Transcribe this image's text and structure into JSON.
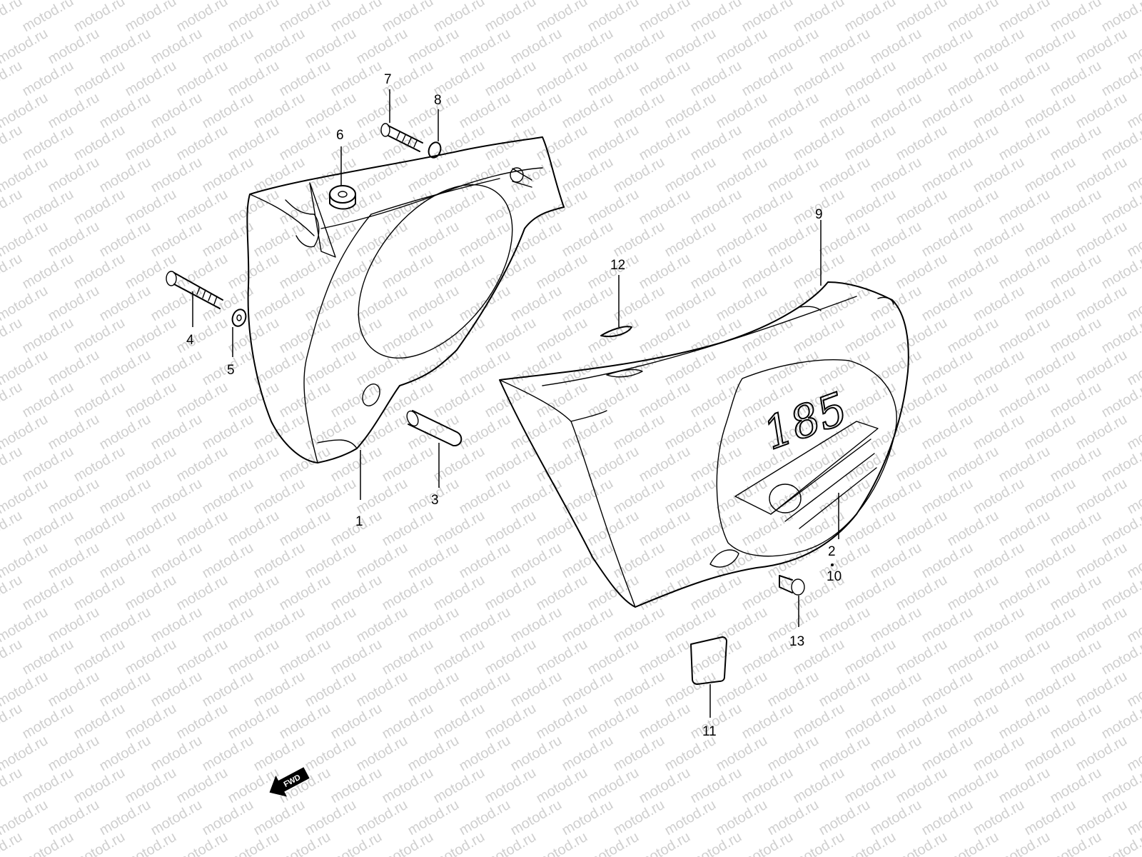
{
  "watermark": {
    "text": "motod.ru",
    "color": "#cfcfcf"
  },
  "parts": [
    {
      "id": "frame-cover-left",
      "callout": "1"
    },
    {
      "id": "frame-cover-right",
      "callout": "2"
    },
    {
      "id": "cushion-pin",
      "callout": "3"
    },
    {
      "id": "bolt-long",
      "callout": "4"
    },
    {
      "id": "washer-left",
      "callout": "5"
    },
    {
      "id": "grommet",
      "callout": "6"
    },
    {
      "id": "screw",
      "callout": "7"
    },
    {
      "id": "washer-small",
      "callout": "8"
    },
    {
      "id": "cover-clip",
      "callout": "9"
    },
    {
      "id": "emblem",
      "callout": "10"
    },
    {
      "id": "label-plate",
      "callout": "11"
    },
    {
      "id": "clip-small",
      "callout": "12"
    },
    {
      "id": "screw-small",
      "callout": "13"
    }
  ],
  "emblem_text": "185",
  "direction_arrow": {
    "label": "FWD"
  },
  "colors": {
    "line": "#000000",
    "background": "#ffffff"
  }
}
